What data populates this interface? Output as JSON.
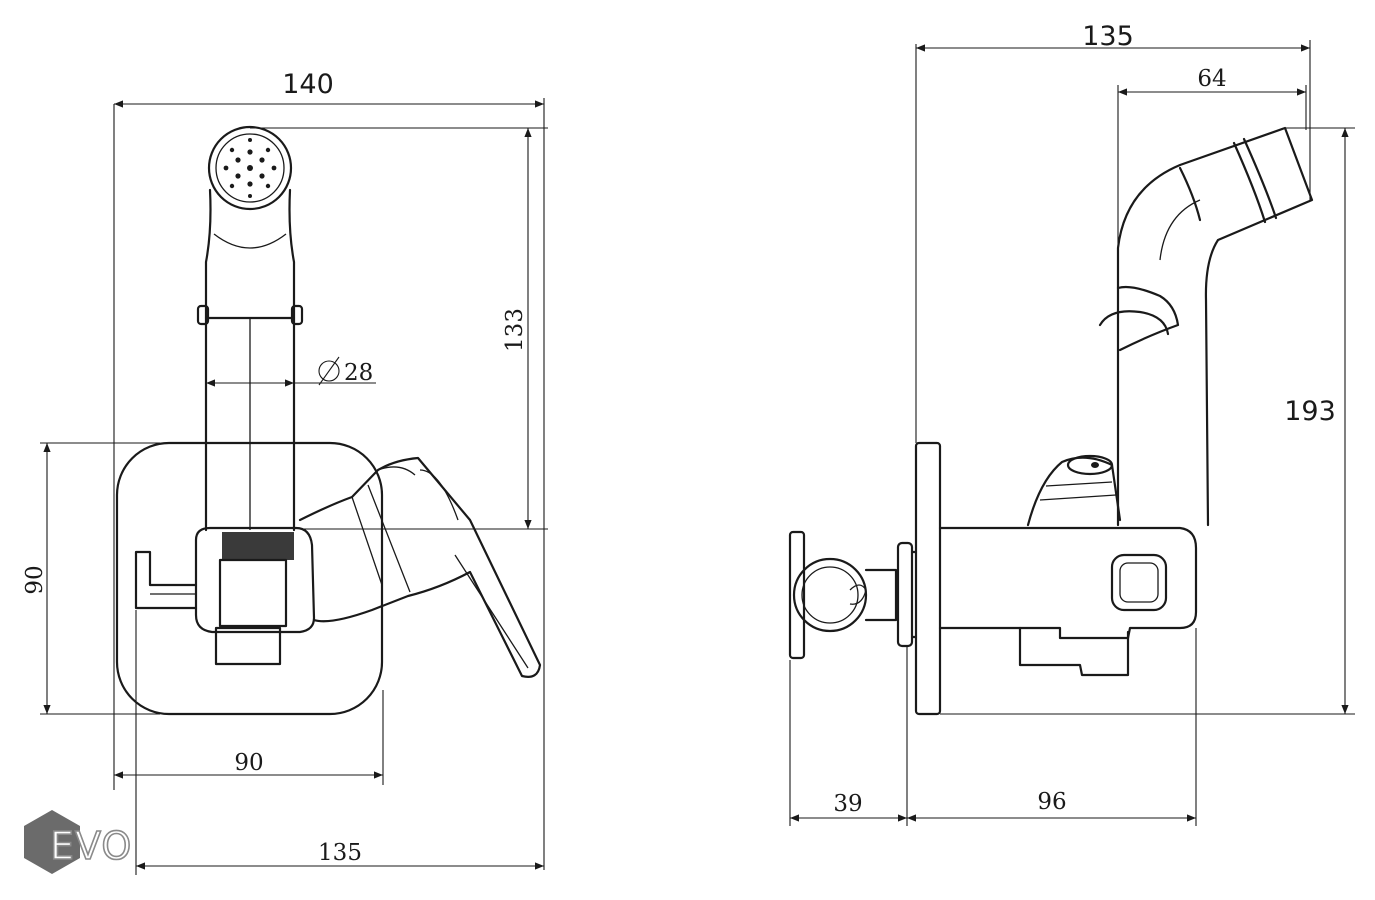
{
  "logo": {
    "text": "EVO",
    "color": "#6b6b6b"
  },
  "front_view": {
    "dimensions": {
      "overall_width": "140",
      "height_to_outlet": "133",
      "hose_diameter": "28",
      "plate_height": "90",
      "plate_width": "90",
      "overall_depth": "135"
    }
  },
  "side_view": {
    "dimensions": {
      "overall_length": "135",
      "head_offset": "64",
      "overall_height": "193",
      "wall_handle_depth": "39",
      "body_depth": "96"
    }
  },
  "colors": {
    "line": "#1a1a1a",
    "accent": "#cc2222"
  }
}
